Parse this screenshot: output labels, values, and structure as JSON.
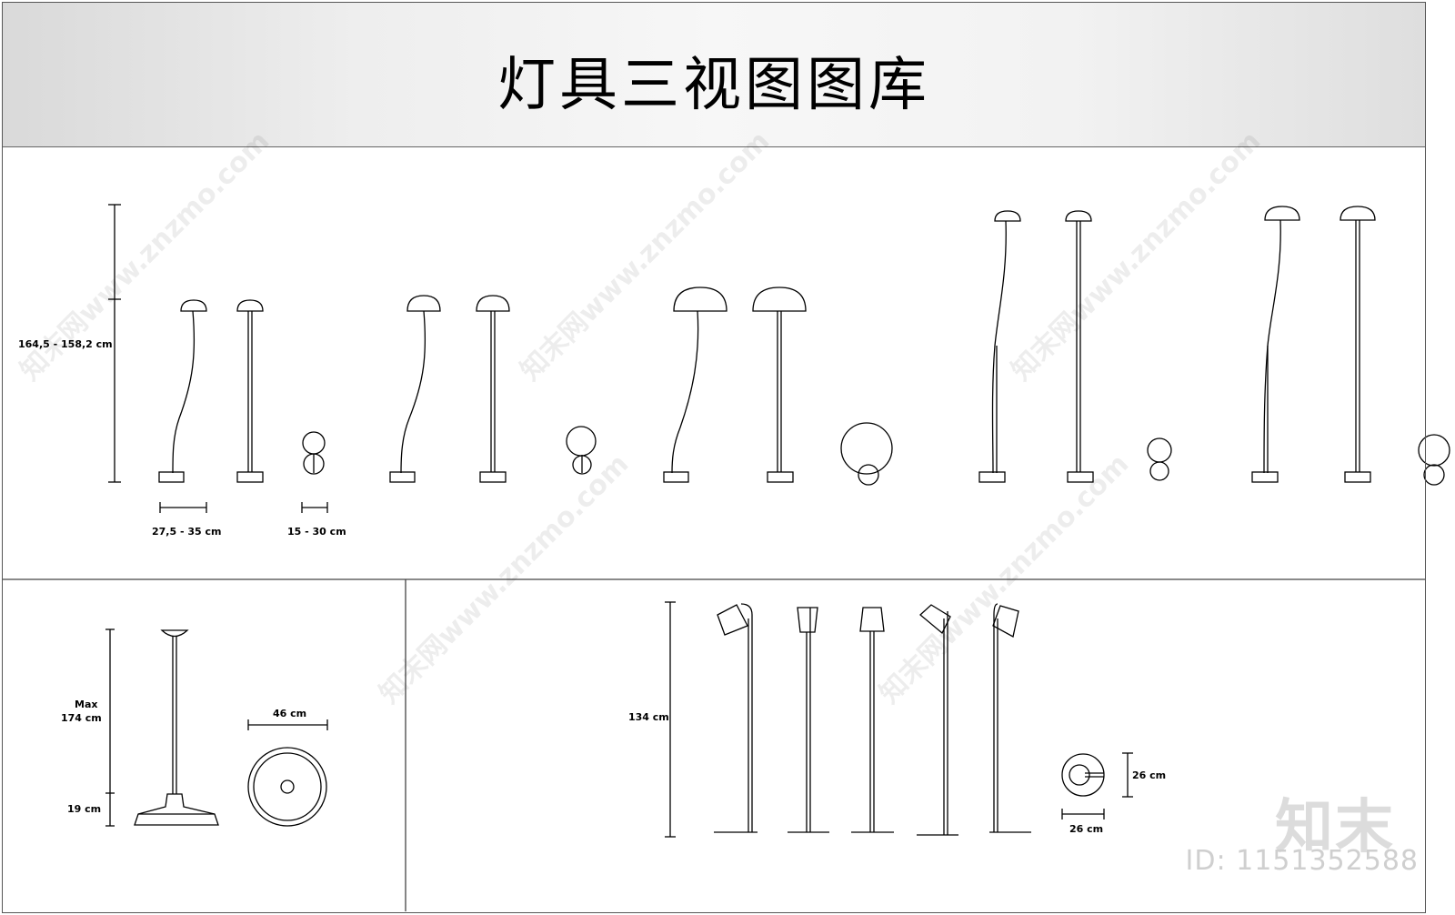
{
  "title": "灯具三视图图库",
  "dimensions": {
    "height_range": "164,5 - 158,2 cm",
    "base_width": "27,5 - 35 cm",
    "top_diameter": "15 - 30 cm",
    "pendant_max_label": "Max",
    "pendant_max": "174 cm",
    "pendant_shade_height": "19 cm",
    "pendant_diameter": "46 cm",
    "floor_height": "134 cm",
    "floor_top_h": "26 cm",
    "floor_top_w": "26 cm"
  },
  "watermark": {
    "text": "知末网www.znzmo.com",
    "brand": "知末",
    "id_label": "ID: 1151352588"
  }
}
